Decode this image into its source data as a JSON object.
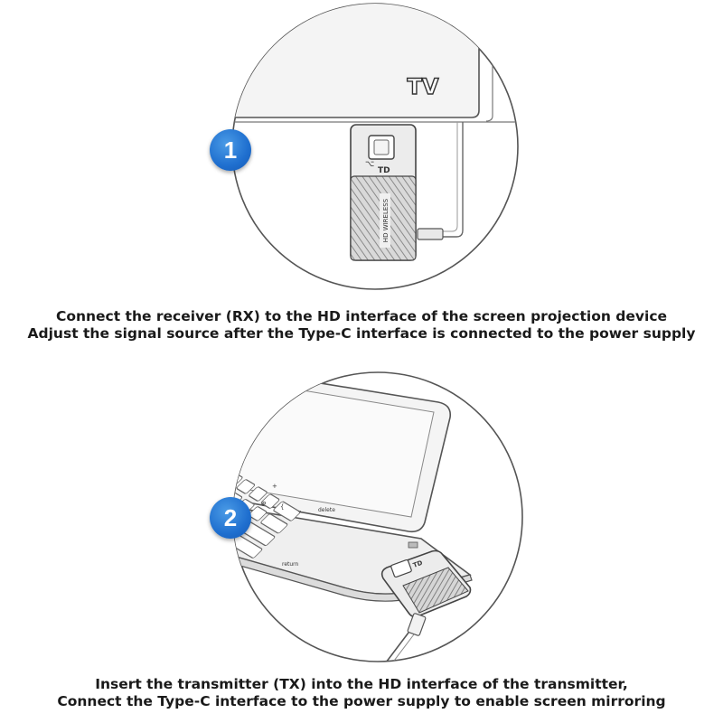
{
  "steps": [
    {
      "number": "1",
      "tv_label": "TV",
      "device_brand": "TD",
      "device_text": "HD WIRELESS",
      "caption_line1": "Connect the receiver (RX) to the HD interface of the screen projection device",
      "caption_line2": "Adjust the signal source after the Type-C interface is connected to the power supply"
    },
    {
      "number": "2",
      "device_brand": "TD",
      "key_labels": [
        "+",
        "P",
        "{",
        "\"",
        "delete",
        "return"
      ],
      "caption_line1": "Insert the transmitter (TX) into the HD interface of the transmitter,",
      "caption_line2": "Connect the Type-C interface to the power supply to enable screen mirroring"
    }
  ],
  "colors": {
    "badge": "#1f6fcf",
    "line_art": "#555555",
    "caption": "#1a1a1a"
  }
}
